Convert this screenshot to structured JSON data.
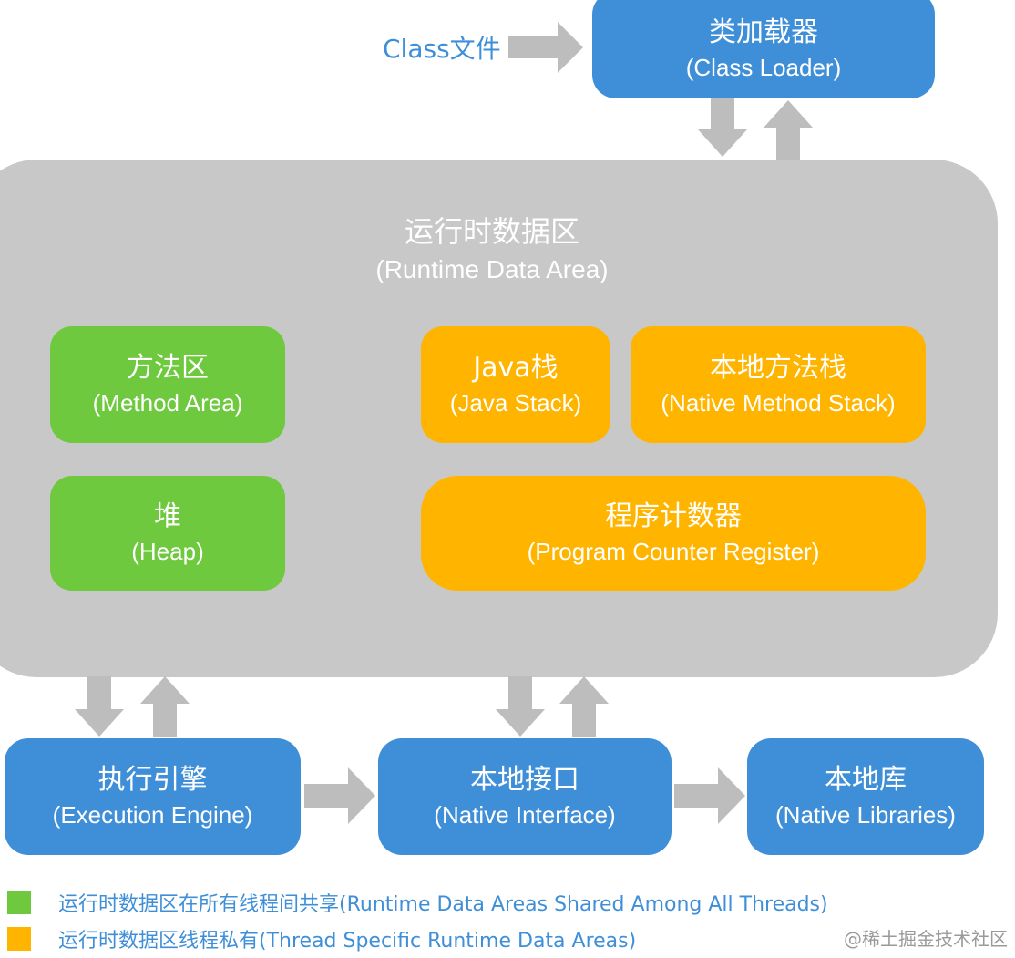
{
  "class_file_label": "Class文件",
  "class_loader": {
    "zh": "类加载器",
    "en": "(Class Loader)"
  },
  "runtime_data_area": {
    "zh": "运行时数据区",
    "en": "(Runtime Data Area)"
  },
  "method_area": {
    "zh": "方法区",
    "en": "(Method Area)"
  },
  "heap": {
    "zh": "堆",
    "en": "(Heap)"
  },
  "java_stack": {
    "zh": "Java栈",
    "en": "(Java Stack)"
  },
  "native_method_stack": {
    "zh": "本地方法栈",
    "en": "(Native Method Stack)"
  },
  "program_counter": {
    "zh": "程序计数器",
    "en": "(Program Counter Register)"
  },
  "execution_engine": {
    "zh": "执行引擎",
    "en": "(Execution Engine)"
  },
  "native_interface": {
    "zh": "本地接口",
    "en": "(Native Interface)"
  },
  "native_libraries": {
    "zh": "本地库",
    "en": "(Native Libraries)"
  },
  "legend": [
    {
      "color": "#6ec93f",
      "text": "运行时数据区在所有线程间共享(Runtime Data Areas Shared Among All Threads)"
    },
    {
      "color": "#ffb400",
      "text": "运行时数据区线程私有(Thread Specific Runtime Data Areas)"
    }
  ],
  "watermark": "@稀土掘金技术社区",
  "colors": {
    "blue": "#3f8fd8",
    "green": "#6ec93f",
    "orange": "#ffb400",
    "gray": "#c8c8c8",
    "arrow": "#bdbdbd"
  }
}
